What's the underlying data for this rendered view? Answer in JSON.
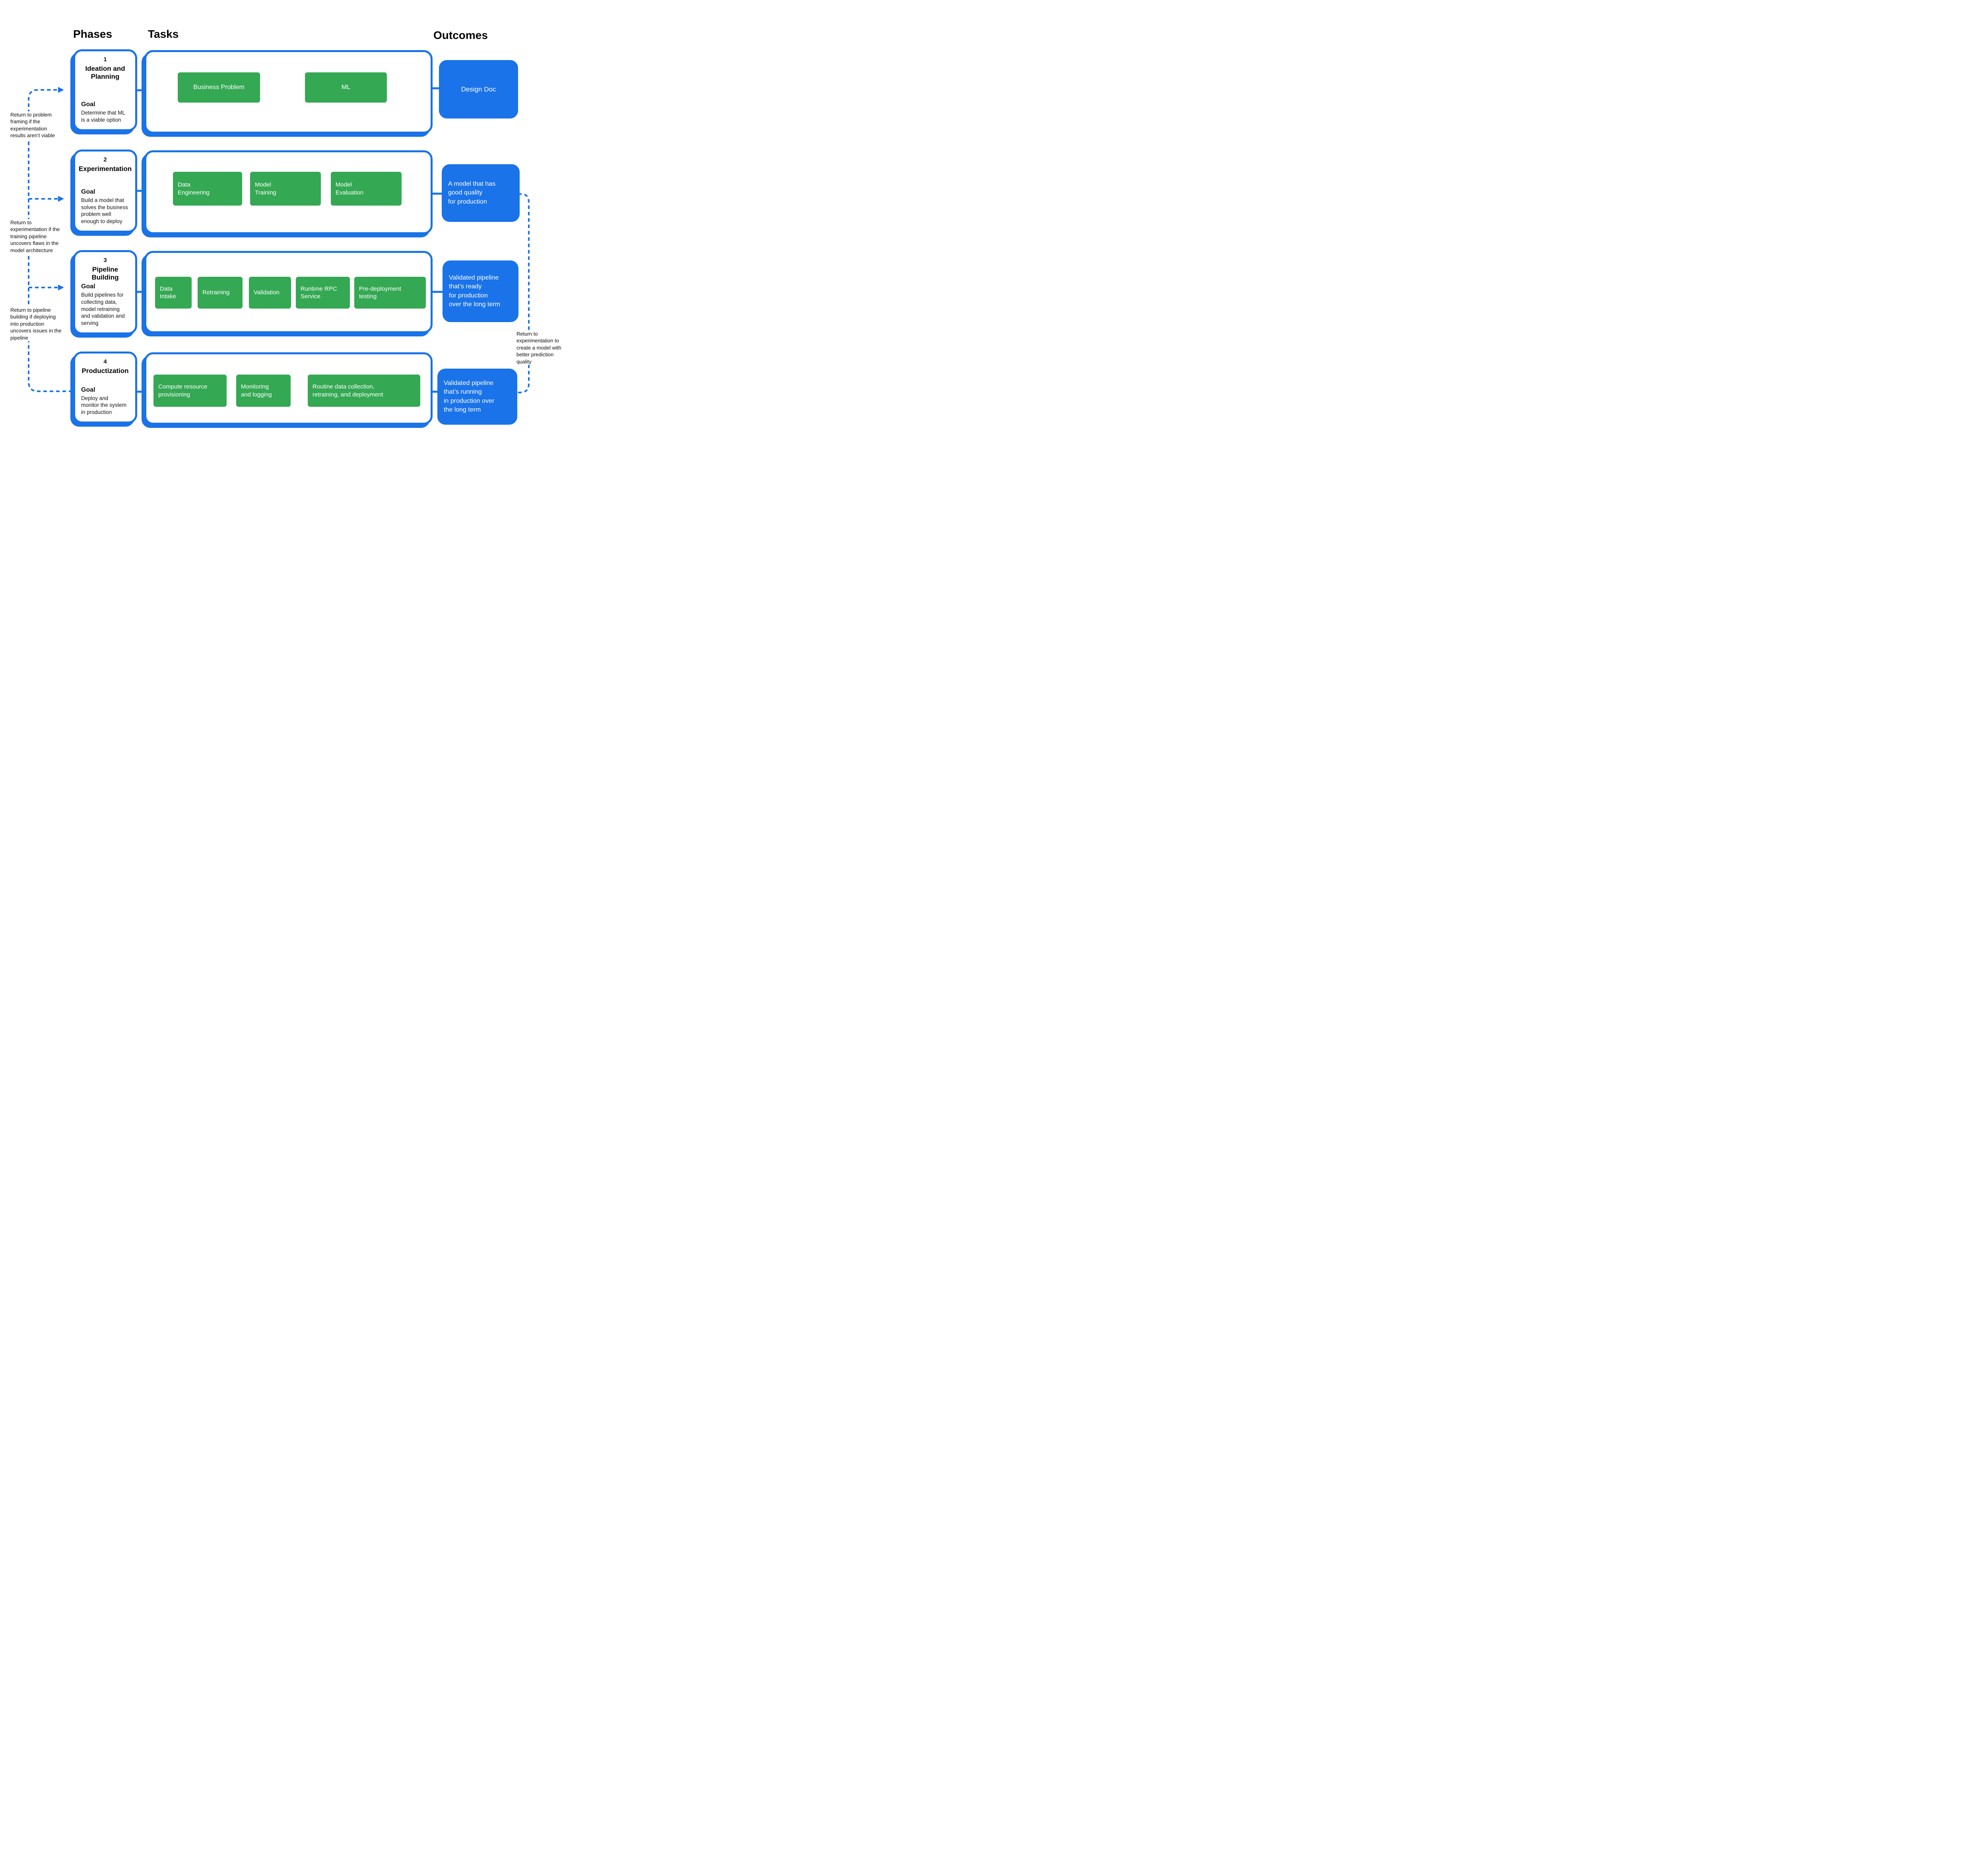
{
  "headers": {
    "phases": "Phases",
    "tasks": "Tasks",
    "outcomes": "Outcomes"
  },
  "colors": {
    "accent_blue": "#1a73e8",
    "task_green": "#34a853",
    "text": "#111111"
  },
  "rows": [
    {
      "number": "1",
      "title": "Ideation and Planning",
      "goal_label": "Goal",
      "goal": "Determine that ML\nis a viable option",
      "tasks": [
        "Business Problem",
        "ML"
      ],
      "outcome": "Design Doc"
    },
    {
      "number": "2",
      "title": "Experimentation",
      "goal_label": "Goal",
      "goal": "Build a model that\nsolves the business\nproblem well\nenough to deploy",
      "tasks": [
        "Data\nEngineering",
        "Model\nTraining",
        "Model\nEvaluation"
      ],
      "outcome": "A model that has\ngood quality\nfor production"
    },
    {
      "number": "3",
      "title": "Pipeline Building",
      "goal_label": "Goal",
      "goal": "Build pipelines for\ncollecting data,\nmodel retraining\nand validation and\nserving",
      "tasks": [
        "Data\nIntake",
        "Retraining",
        "Validation",
        "Runtime RPC\nService",
        "Pre-deployment\ntesting"
      ],
      "outcome": "Validated pipeline\nthat’s ready\nfor production\nover the long term"
    },
    {
      "number": "4",
      "title": "Productization",
      "goal_label": "Goal",
      "goal": "Deploy and\nmonitor the system\nin production",
      "tasks": [
        "Compute  resource\nprovisioning",
        "Monitoring\nand logging",
        "Routine data collection,\nretraining, and deployment"
      ],
      "outcome": "Validated pipeline\nthat’s running\nin production over\nthe long term"
    }
  ],
  "annotations": {
    "left": [
      "Return to problem framing if the experimentation results aren’t viable",
      "Return to experimentation if the training pipeline uncovers flaws in the model architecture",
      "Return to pipeline building if deploying into production uncovers issues in the pipeline"
    ],
    "right": "Return to experimentation to create a model with better prediction quality"
  }
}
